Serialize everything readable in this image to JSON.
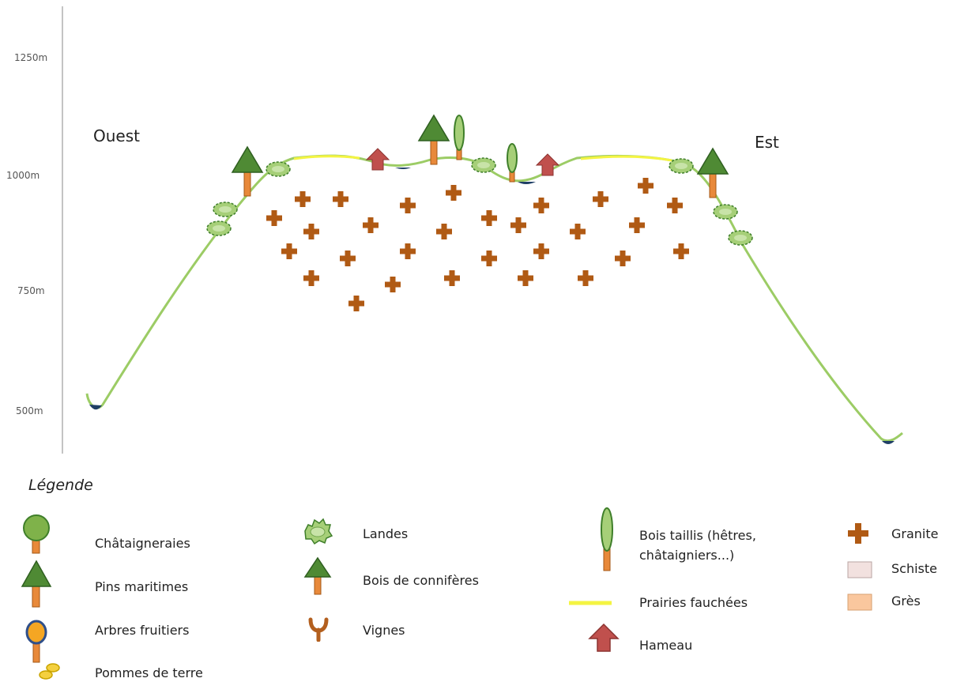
{
  "axis": {
    "labels": [
      "1250m",
      "1000m",
      "750m",
      "500m"
    ]
  },
  "directions": {
    "west": "Ouest",
    "east": "Est"
  },
  "legend": {
    "title": "Légende",
    "items": [
      {
        "label": "Châtaigneraies",
        "icon": "chestnut-tree-icon"
      },
      {
        "label": "Pins maritimes",
        "icon": "maritime-pine-icon"
      },
      {
        "label": "Arbres fruitiers",
        "icon": "fruit-tree-icon"
      },
      {
        "label": "Pommes de terre",
        "icon": "potato-icon"
      },
      {
        "label": "Landes",
        "icon": "moorland-bush-icon"
      },
      {
        "label": "Bois de connifères",
        "icon": "conifer-wood-icon"
      },
      {
        "label": "Vignes",
        "icon": "vine-icon"
      },
      {
        "label": "Bois taillis (hêtres, châtaigniers...)",
        "label_line1": "Bois taillis (hêtres,",
        "label_line2": "châtaigniers...)",
        "icon": "coppice-wood-icon"
      },
      {
        "label": "Prairies fauchées",
        "icon": "mown-meadow-icon"
      },
      {
        "label": "Hameau",
        "icon": "hamlet-arrow-icon"
      },
      {
        "label": "Granite",
        "icon": "granite-cross-icon"
      },
      {
        "label": "Schiste",
        "icon": "schist-swatch-icon"
      },
      {
        "label": "Grès",
        "icon": "sandstone-swatch-icon"
      }
    ]
  },
  "colors": {
    "profile_line": "#9ccc65",
    "meadow": "#f4f442",
    "tree_trunk": "#e8893a",
    "tree_leaf": "#3f7f2a",
    "tree_leaf_light": "#a6cf78",
    "hamlet": "#c0504d",
    "granite": "#b05a14",
    "schist": "#f2e1df",
    "sandstone": "#fac79e",
    "water": "#1f3f66",
    "fruit": "#f5a623",
    "fruit_ring": "#2f4f8a",
    "potato": "#f4d03f"
  }
}
